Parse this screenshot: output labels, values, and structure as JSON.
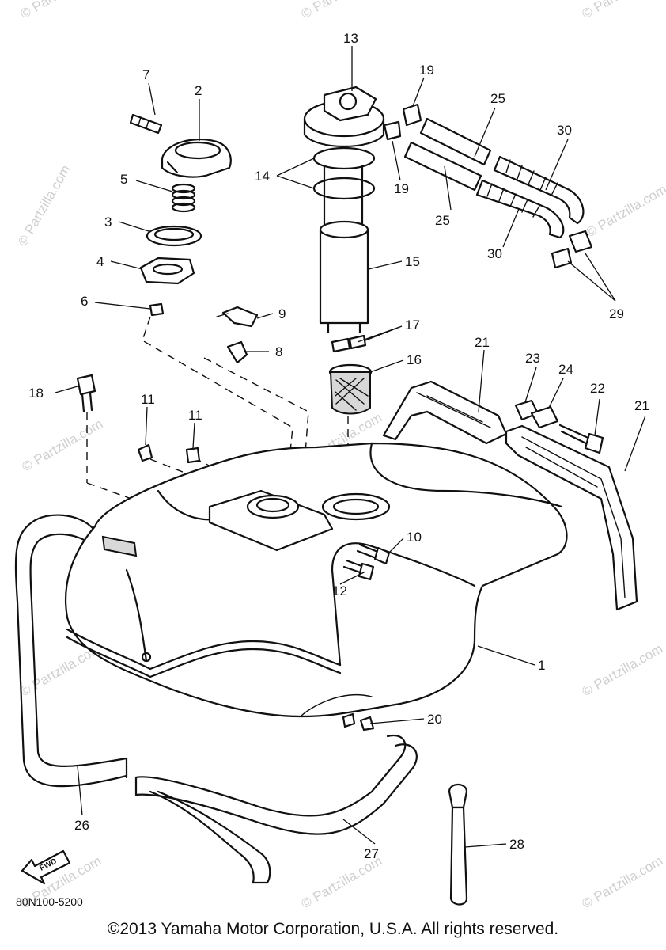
{
  "watermark": "© Partzilla.com",
  "diagram_code": "80N100-5200",
  "copyright": "©2013  Yamaha Motor Corporation, U.S.A. All rights reserved.",
  "fwd_label": "FWD",
  "callouts": {
    "c1": "1",
    "c2": "2",
    "c3": "3",
    "c4": "4",
    "c5": "5",
    "c6": "6",
    "c7": "7",
    "c8": "8",
    "c9": "9",
    "c10": "10",
    "c11a": "11",
    "c11b": "11",
    "c12": "12",
    "c13": "13",
    "c14": "14",
    "c15": "15",
    "c16": "16",
    "c17": "17",
    "c18": "18",
    "c19a": "19",
    "c19b": "19",
    "c20": "20",
    "c21a": "21",
    "c21b": "21",
    "c22": "22",
    "c23": "23",
    "c24": "24",
    "c25a": "25",
    "c25b": "25",
    "c26": "26",
    "c27": "27",
    "c28": "28",
    "c29": "29",
    "c30a": "30",
    "c30b": "30"
  }
}
